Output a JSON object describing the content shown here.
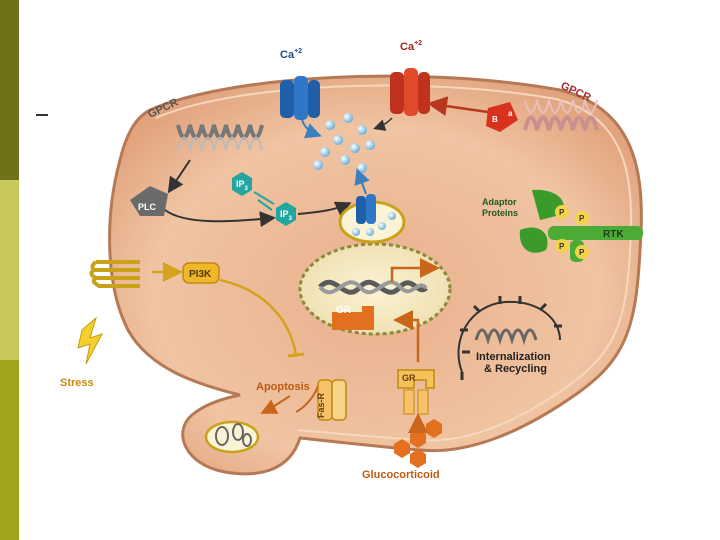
{
  "slide": {
    "accent_colors": {
      "sidebar_top": "#6f7219",
      "sidebar_mid": "#c6c95a",
      "sidebar_bottom": "#9ea51a"
    }
  },
  "diagram": {
    "ca_left": "Ca",
    "ca_left_sup": "+2",
    "ca_right": "Ca",
    "ca_right_sup": "+2",
    "gpcr_left": "GPCR",
    "gpcr_right": "GPCR",
    "plc": "PLC",
    "ip3_top": "IP",
    "ip3_top_sub": "3",
    "ip3_bottom": "IP",
    "ip3_bottom_sub": "3",
    "adaptor_proteins_1": "Adaptor",
    "adaptor_proteins_2": "Proteins",
    "p1": "P",
    "p2": "P",
    "p3": "P",
    "p4": "P",
    "rtk": "RTK",
    "pi3k": "PI3K",
    "gr_nucleus": "GR",
    "gr_cytoplasm": "GR",
    "internalization": "Internalization",
    "recycling": "& Recycling",
    "stress": "Stress",
    "apoptosis": "Apoptosis",
    "fas_r": "Fas-R",
    "glucocorticoid": "Glucocorticoid",
    "gpcr_right_domain_b": "B",
    "gpcr_right_domain_a": "a"
  }
}
